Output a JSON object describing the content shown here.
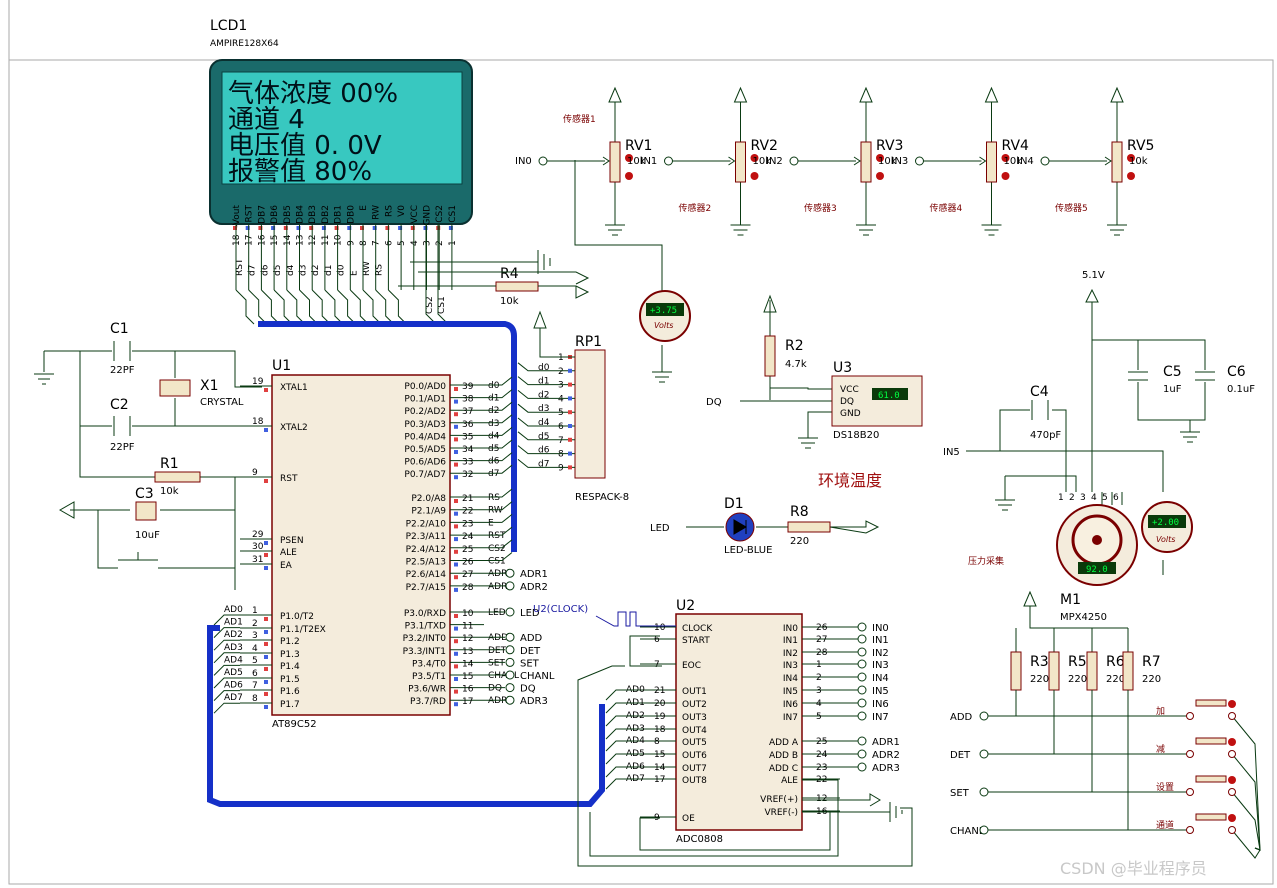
{
  "lcd": {
    "ref": "LCD1",
    "part": "AMPIRE128X64",
    "lines": [
      "气体浓度  00%",
      "   通道  4",
      "电压值  0. 0V",
      "报警值  80%"
    ],
    "pins": [
      "-Vout",
      "RST",
      "DB7",
      "DB6",
      "DB5",
      "DB4",
      "DB3",
      "DB2",
      "DB1",
      "DB0",
      "E",
      "RW",
      "RS",
      "V0",
      "VCC",
      "GND",
      "CS2",
      "CS1"
    ],
    "pin_numbers": [
      "18",
      "17",
      "16",
      "15",
      "14",
      "13",
      "12",
      "11",
      "10",
      "9",
      "8",
      "7",
      "6",
      "5",
      "4",
      "3",
      "2",
      "1"
    ],
    "net_labels": [
      "RST",
      "d7",
      "d6",
      "d5",
      "d4",
      "d3",
      "d2",
      "d1",
      "d0",
      "E",
      "RW",
      "RS"
    ],
    "cs_labels": [
      "CS2",
      "CS1"
    ]
  },
  "mcu": {
    "ref": "U1",
    "part": "AT89C52",
    "left_pins": [
      {
        "n": "19",
        "name": "XTAL1"
      },
      {
        "n": "18",
        "name": "XTAL2"
      },
      {
        "n": "9",
        "name": "RST"
      },
      {
        "n": "29",
        "name": "PSEN"
      },
      {
        "n": "30",
        "name": "ALE"
      },
      {
        "n": "31",
        "name": "EA"
      },
      {
        "n": "1",
        "name": "P1.0/T2"
      },
      {
        "n": "2",
        "name": "P1.1/T2EX"
      },
      {
        "n": "3",
        "name": "P1.2"
      },
      {
        "n": "4",
        "name": "P1.3"
      },
      {
        "n": "5",
        "name": "P1.4"
      },
      {
        "n": "6",
        "name": "P1.5"
      },
      {
        "n": "7",
        "name": "P1.6"
      },
      {
        "n": "8",
        "name": "P1.7"
      }
    ],
    "right_pins": [
      {
        "n": "39",
        "name": "P0.0/AD0",
        "net": "d0"
      },
      {
        "n": "38",
        "name": "P0.1/AD1",
        "net": "d1"
      },
      {
        "n": "37",
        "name": "P0.2/AD2",
        "net": "d2"
      },
      {
        "n": "36",
        "name": "P0.3/AD3",
        "net": "d3"
      },
      {
        "n": "35",
        "name": "P0.4/AD4",
        "net": "d4"
      },
      {
        "n": "34",
        "name": "P0.5/AD5",
        "net": "d5"
      },
      {
        "n": "33",
        "name": "P0.6/AD6",
        "net": "d6"
      },
      {
        "n": "32",
        "name": "P0.7/AD7",
        "net": "d7"
      },
      {
        "n": "21",
        "name": "P2.0/A8",
        "net": "RS"
      },
      {
        "n": "22",
        "name": "P2.1/A9",
        "net": "RW"
      },
      {
        "n": "23",
        "name": "P2.2/A10",
        "net": "E"
      },
      {
        "n": "24",
        "name": "P2.3/A11",
        "net": "RST"
      },
      {
        "n": "25",
        "name": "P2.4/A12",
        "net": "CS2"
      },
      {
        "n": "26",
        "name": "P2.5/A13",
        "net": "CS1"
      },
      {
        "n": "27",
        "name": "P2.6/A14",
        "net": "ADR1"
      },
      {
        "n": "28",
        "name": "P2.7/A15",
        "net": "ADR2"
      },
      {
        "n": "10",
        "name": "P3.0/RXD",
        "net": "LED"
      },
      {
        "n": "11",
        "name": "P3.1/TXD",
        "net": ""
      },
      {
        "n": "12",
        "name": "P3.2/INT0",
        "net": "ADD"
      },
      {
        "n": "13",
        "name": "P3.3/INT1",
        "net": "DET"
      },
      {
        "n": "14",
        "name": "P3.4/T0",
        "net": "SET"
      },
      {
        "n": "15",
        "name": "P3.5/T1",
        "net": "CHANL"
      },
      {
        "n": "16",
        "name": "P3.6/WR",
        "net": "DQ"
      },
      {
        "n": "17",
        "name": "P3.7/RD",
        "net": "ADR3"
      }
    ],
    "ad_labels": [
      "AD0",
      "AD1",
      "AD2",
      "AD3",
      "AD4",
      "AD5",
      "AD6",
      "AD7"
    ]
  },
  "adc": {
    "ref": "U2",
    "part": "ADC0808",
    "clock_label": "U2(CLOCK)",
    "left_pins": [
      {
        "n": "10",
        "name": "CLOCK"
      },
      {
        "n": "6",
        "name": "START"
      },
      {
        "n": "7",
        "name": "EOC"
      },
      {
        "n": "21",
        "name": "OUT1",
        "net": "AD0"
      },
      {
        "n": "20",
        "name": "OUT2",
        "net": "AD1"
      },
      {
        "n": "19",
        "name": "OUT3",
        "net": "AD2"
      },
      {
        "n": "18",
        "name": "OUT4",
        "net": "AD3"
      },
      {
        "n": "8",
        "name": "OUT5",
        "net": "AD4"
      },
      {
        "n": "15",
        "name": "OUT6",
        "net": "AD5"
      },
      {
        "n": "14",
        "name": "OUT7",
        "net": "AD6"
      },
      {
        "n": "17",
        "name": "OUT8",
        "net": "AD7"
      },
      {
        "n": "9",
        "name": "OE"
      }
    ],
    "right_pins": [
      {
        "n": "26",
        "name": "IN0",
        "net": "IN0"
      },
      {
        "n": "27",
        "name": "IN1",
        "net": "IN1"
      },
      {
        "n": "28",
        "name": "IN2",
        "net": "IN2"
      },
      {
        "n": "1",
        "name": "IN3",
        "net": "IN3"
      },
      {
        "n": "2",
        "name": "IN4",
        "net": "IN4"
      },
      {
        "n": "3",
        "name": "IN5",
        "net": "IN5"
      },
      {
        "n": "4",
        "name": "IN6",
        "net": "IN6"
      },
      {
        "n": "5",
        "name": "IN7",
        "net": "IN7"
      },
      {
        "n": "25",
        "name": "ADD A",
        "net": "ADR1"
      },
      {
        "n": "24",
        "name": "ADD B",
        "net": "ADR2"
      },
      {
        "n": "23",
        "name": "ADD C",
        "net": "ADR3"
      },
      {
        "n": "22",
        "name": "ALE",
        "net": ""
      },
      {
        "n": "12",
        "name": "VREF(+)",
        "net": ""
      },
      {
        "n": "16",
        "name": "VREF(-)",
        "net": ""
      }
    ]
  },
  "pots": [
    {
      "ref": "RV1",
      "val": "10k",
      "sensor": "传感器1",
      "net": "IN0"
    },
    {
      "ref": "RV2",
      "val": "10k",
      "sensor": "传感器2",
      "net": "IN1"
    },
    {
      "ref": "RV3",
      "val": "10k",
      "sensor": "传感器3",
      "net": "IN2"
    },
    {
      "ref": "RV4",
      "val": "10k",
      "sensor": "传感器4",
      "net": "IN3"
    },
    {
      "ref": "RV5",
      "val": "10k",
      "sensor": "传感器5",
      "net": "IN4"
    }
  ],
  "components": {
    "c1": {
      "ref": "C1",
      "val": "22PF"
    },
    "c2": {
      "ref": "C2",
      "val": "22PF"
    },
    "x1": {
      "ref": "X1",
      "val": "CRYSTAL"
    },
    "r1": {
      "ref": "R1",
      "val": "10k"
    },
    "c3": {
      "ref": "C3",
      "val": "10uF"
    },
    "r4": {
      "ref": "R4",
      "val": "10k"
    },
    "rp1": {
      "ref": "RP1",
      "val": "RESPACK-8",
      "pins": [
        "1",
        "2",
        "3",
        "4",
        "5",
        "6",
        "7",
        "8",
        "9"
      ]
    },
    "r2": {
      "ref": "R2",
      "val": "4.7k"
    },
    "u3": {
      "ref": "U3",
      "val": "DS18B20",
      "pins": [
        "VCC",
        "DQ",
        "GND"
      ],
      "reading": "61.0",
      "net": "DQ"
    },
    "env": "环境温度",
    "d1": {
      "ref": "D1",
      "val": "LED-BLUE",
      "net": "LED"
    },
    "r8": {
      "ref": "R8",
      "val": "220"
    },
    "c5": {
      "ref": "C5",
      "val": "1uF"
    },
    "c6": {
      "ref": "C6",
      "val": "0.1uF"
    },
    "c4": {
      "ref": "C4",
      "val": "470pF"
    },
    "m1": {
      "ref": "M1",
      "val": "MPX4250",
      "reading": "92.0",
      "pins": [
        "1",
        "2",
        "3",
        "4",
        "5",
        "6"
      ],
      "caption": "压力采集",
      "net": "IN5"
    },
    "supply": "5.1V"
  },
  "voltmeters": [
    {
      "reading": "+3.75",
      "unit": "Volts"
    },
    {
      "reading": "+2.00",
      "unit": "Volts"
    }
  ],
  "pullups": [
    {
      "ref": "R3",
      "val": "220"
    },
    {
      "ref": "R5",
      "val": "220"
    },
    {
      "ref": "R6",
      "val": "220"
    },
    {
      "ref": "R7",
      "val": "220"
    }
  ],
  "buttons": [
    {
      "net": "ADD",
      "label": "加"
    },
    {
      "net": "DET",
      "label": "减"
    },
    {
      "net": "SET",
      "label": "设置"
    },
    {
      "net": "CHANL",
      "label": "通道"
    }
  ],
  "watermark": "CSDN @毕业程序员",
  "colors": {
    "wire": "#0a3a12",
    "bus": "#1530c8",
    "comp": "#7a0000",
    "lcd_bg": "#1a6a6a",
    "lcd_screen": "#38c8c0",
    "meter_green": "#00b000",
    "port_red": "#e04040",
    "port_blue": "#4060e0"
  }
}
